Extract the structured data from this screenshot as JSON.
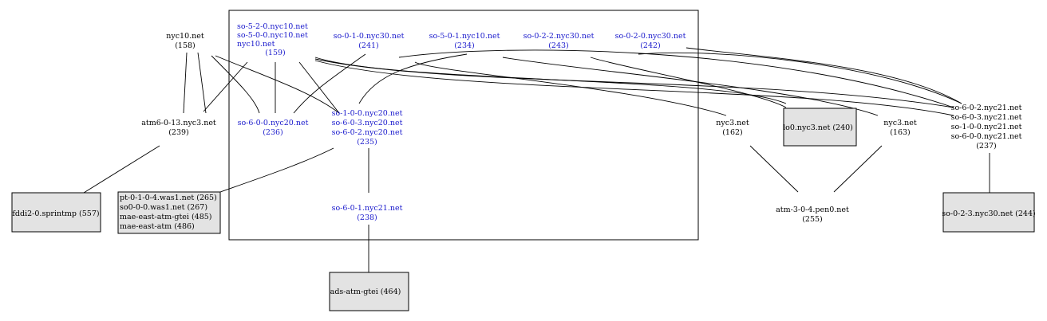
{
  "nodes": {
    "nyc10": {
      "lines": [
        "nyc10.net",
        "(158)"
      ],
      "color": "black"
    },
    "atm6_nyc3": {
      "lines": [
        "atm6-0-13.nyc3.net",
        "(239)"
      ],
      "color": "black"
    },
    "fddi_sprintmp": {
      "lines": [
        "fddi2-0.sprintmp (557)"
      ],
      "color": "black"
    },
    "was1_box": {
      "lines": [
        "pt-0-1-0-4.was1.net (265)",
        "so0-0-0.was1.net (267)",
        "mae-east-atm-gtei (485)",
        "mae-east-atm (486)"
      ],
      "color": "black"
    },
    "so_nyc10_159": {
      "lines": [
        "so-5-2-0.nyc10.net",
        "so-5-0-0.nyc10.net",
        "nyc10.net",
        "(159)"
      ],
      "color": "blue"
    },
    "so_nyc30_241": {
      "lines": [
        "so-0-1-0.nyc30.net",
        "(241)"
      ],
      "color": "blue"
    },
    "so_nyc10_234": {
      "lines": [
        "so-5-0-1.nyc10.net",
        "(234)"
      ],
      "color": "blue"
    },
    "so_nyc30_243": {
      "lines": [
        "so-0-2-2.nyc30.net",
        "(243)"
      ],
      "color": "blue"
    },
    "so_nyc30_242": {
      "lines": [
        "so-0-2-0.nyc30.net",
        "(242)"
      ],
      "color": "blue"
    },
    "so_nyc20_236": {
      "lines": [
        "so-6-0-0.nyc20.net",
        "(236)"
      ],
      "color": "blue"
    },
    "so_nyc20_235": {
      "lines": [
        "so-1-0-0.nyc20.net",
        "so-6-0-3.nyc20.net",
        "so-6-0-2.nyc20.net",
        "(235)"
      ],
      "color": "blue"
    },
    "so_nyc21_238": {
      "lines": [
        "so-6-0-1.nyc21.net",
        "(238)"
      ],
      "color": "blue"
    },
    "ads_atm": {
      "lines": [
        "ads-atm-gtei (464)"
      ],
      "color": "black"
    },
    "nyc3_162": {
      "lines": [
        "nyc3.net",
        "(162)"
      ],
      "color": "black"
    },
    "lo0_nyc3": {
      "lines": [
        "lo0.nyc3.net (240)"
      ],
      "color": "black"
    },
    "nyc3_163": {
      "lines": [
        "nyc3.net",
        "(163)"
      ],
      "color": "black"
    },
    "atm_pen0": {
      "lines": [
        "atm-3-0-4.pen0.net",
        "(255)"
      ],
      "color": "black"
    },
    "so_nyc21_237": {
      "lines": [
        "so-6-0-2.nyc21.net",
        "so-6-0-3.nyc21.net",
        "so-1-0-0.nyc21.net",
        "so-6-0-0.nyc21.net",
        "(237)"
      ],
      "color": "black"
    },
    "so_nyc30_244": {
      "lines": [
        "so-0-2-3.nyc30.net (244)"
      ],
      "color": "black"
    }
  }
}
